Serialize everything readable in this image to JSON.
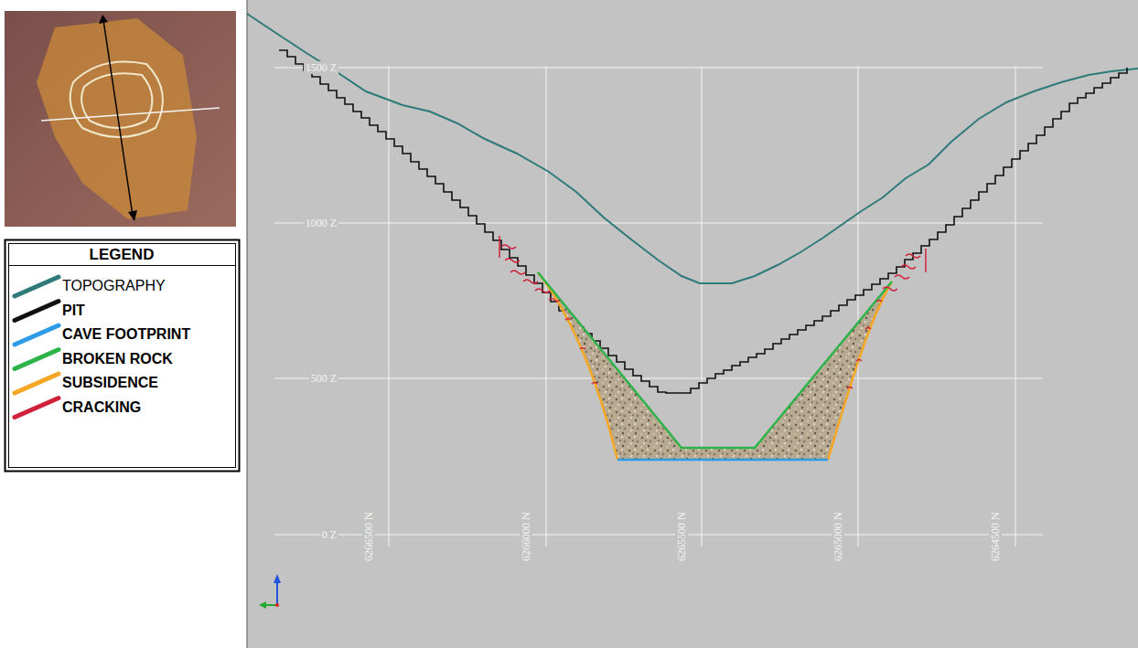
{
  "diagram": {
    "labels": [
      "LEGEND",
      "1500 Z",
      "1000 Z",
      "500 Z",
      "0 Z",
      "6266500 N",
      "6266000 N",
      "6265500 N",
      "6265000 N",
      "6264500 N"
    ],
    "legend": [
      {
        "text": "TOPOGRAPHY"
      },
      {
        "text": "PIT"
      },
      {
        "text": "CAVE FOOTPRINT"
      },
      {
        "text": "BROKEN ROCK"
      },
      {
        "text": "SUBSIDENCE"
      },
      {
        "text": "CRACKING"
      }
    ]
  }
}
